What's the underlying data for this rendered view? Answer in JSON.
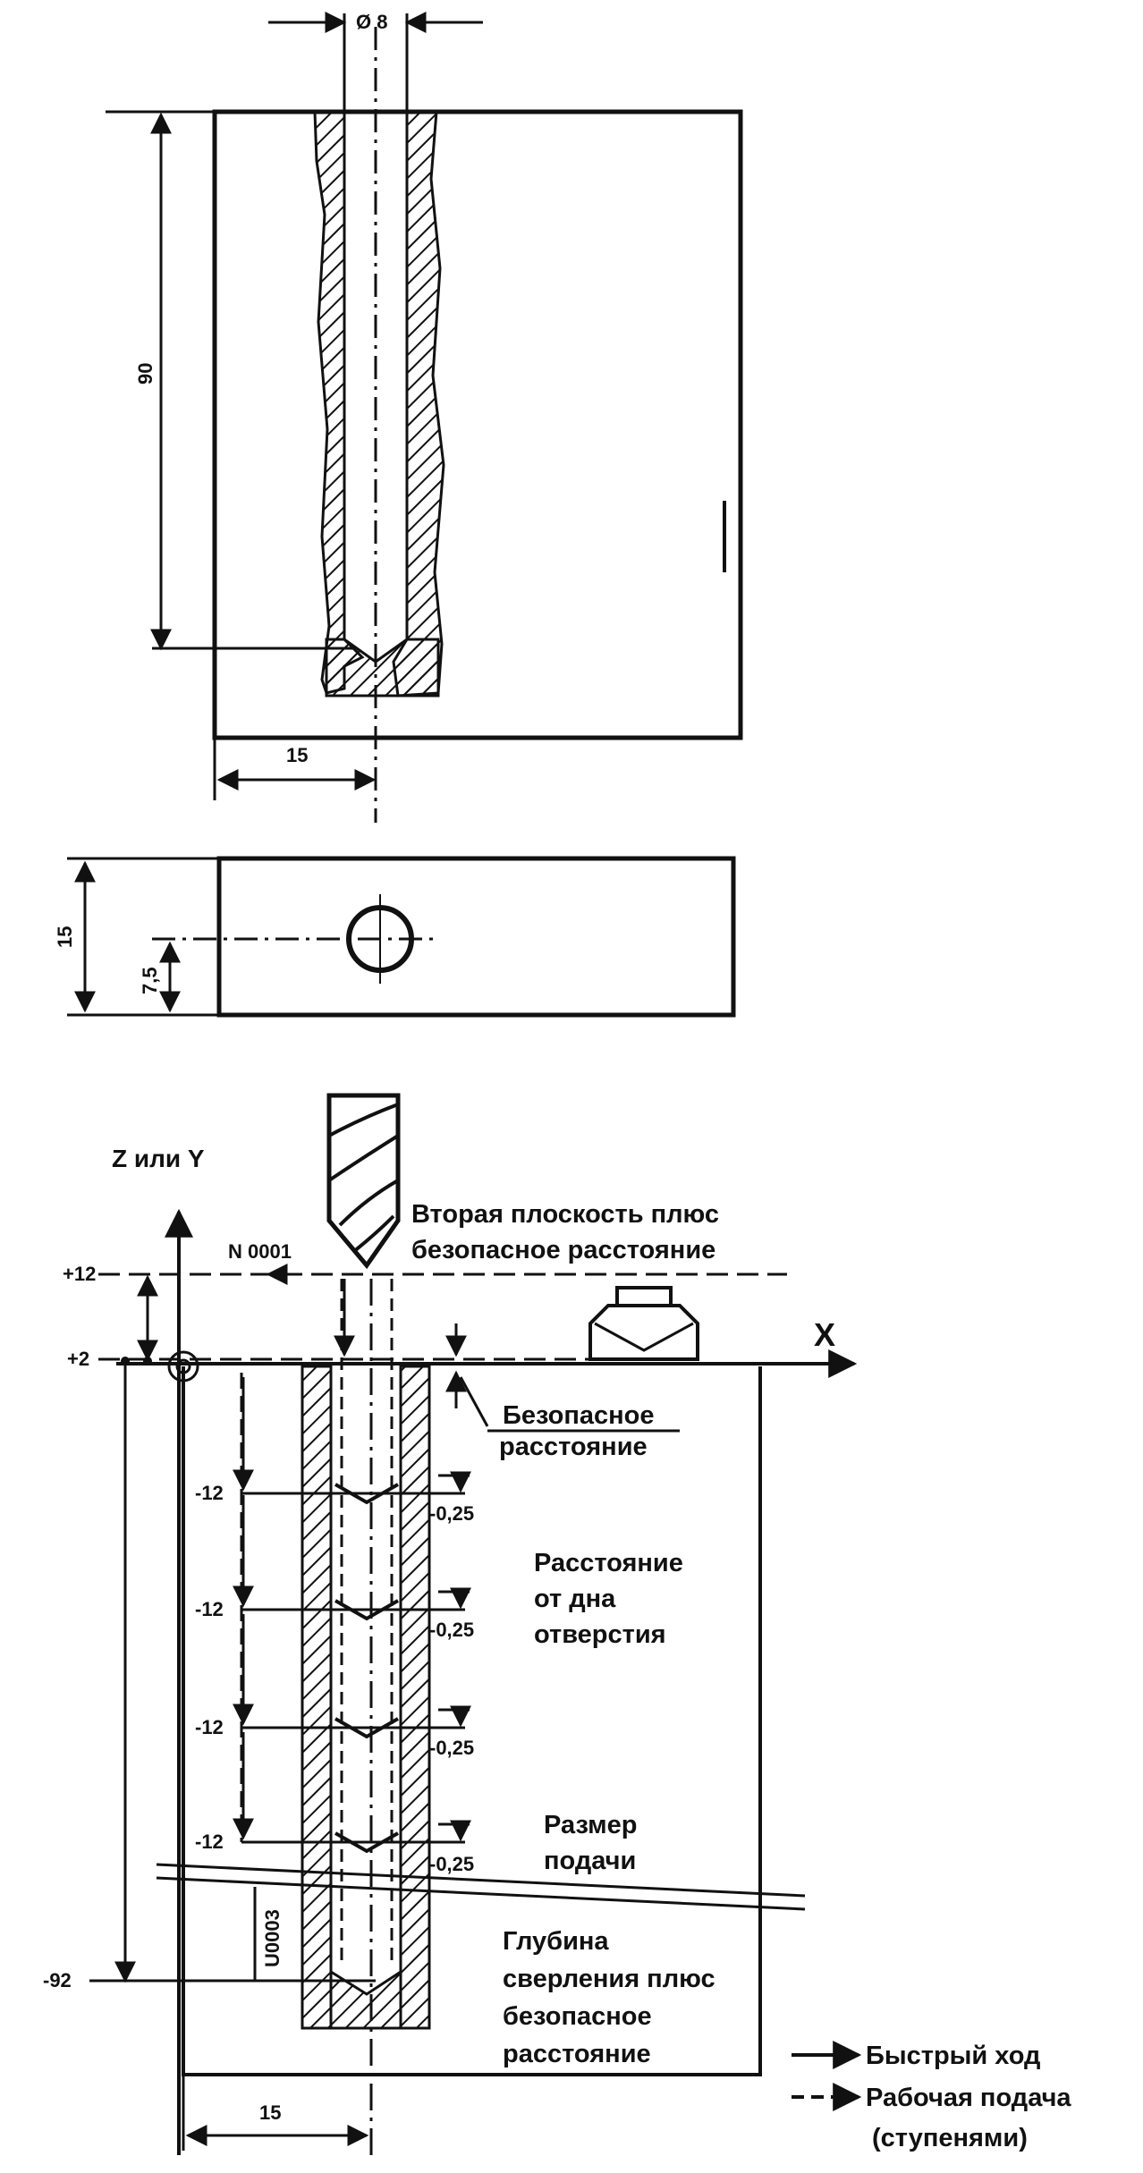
{
  "colors": {
    "ink": "#111111",
    "paper": "#ffffff"
  },
  "top_view": {
    "diameter_label": "Ø 8",
    "depth_label": "90",
    "offset_label": "15"
  },
  "side_view": {
    "height_label": "15",
    "center_label": "7,5"
  },
  "cycle_diagram": {
    "axis_vertical_label": "Z или Y",
    "axis_horizontal_label": "X",
    "block_label": "N 0001",
    "level_plus12": "+12",
    "level_plus2": "+2",
    "level_minus92": "-92",
    "step_labels": [
      "-12",
      "-12",
      "-12",
      "-12"
    ],
    "retract_labels": [
      "-0,25",
      "-0,25",
      "-0,25",
      "-0,25"
    ],
    "vertical_code": "U0003",
    "bottom_offset_label": "15",
    "annotations": {
      "second_plane_line1": "Вторая плоскость плюс",
      "second_plane_line2": "безопасное расстояние",
      "safe_distance_line1": "Безопасное",
      "safe_distance_line2": "расстояние",
      "bottom_distance_line1": "Расстояние",
      "bottom_distance_line2": "от дна",
      "bottom_distance_line3": "отверстия",
      "feed_size_line1": "Размер",
      "feed_size_line2": "подачи",
      "drill_depth_line1": "Глубина",
      "drill_depth_line2": "сверления плюс",
      "drill_depth_line3": "безопасное",
      "drill_depth_line4": "расстояние"
    },
    "legend": {
      "rapid_label": "Быстрый ход",
      "feed_label_line1": "Рабочая подача",
      "feed_label_line2": "(ступенями)"
    }
  }
}
